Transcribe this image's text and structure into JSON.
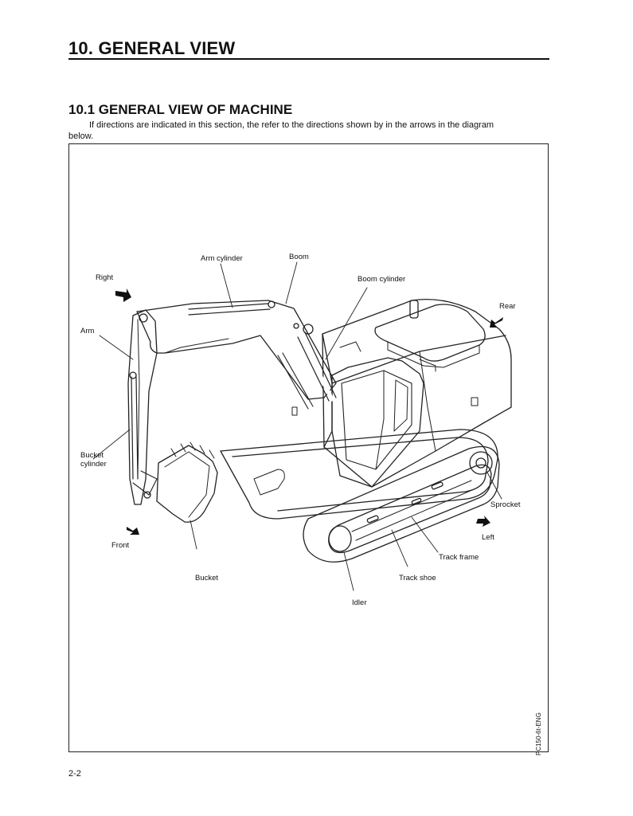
{
  "header": {
    "title": "10. GENERAL VIEW"
  },
  "section": {
    "title": "10.1   GENERAL VIEW OF MACHINE",
    "intro_line1": "If directions are indicated in this section, the refer to the directions shown by in the arrows in the diagram",
    "intro_line2": "below."
  },
  "figure": {
    "labels": {
      "arm_cylinder": "Arm cylinder",
      "boom": "Boom",
      "right": "Right",
      "boom_cylinder": "Boom cylinder",
      "rear": "Rear",
      "arm": "Arm",
      "bucket_cylinder_1": "Bucket",
      "bucket_cylinder_2": "cylinder",
      "sprocket": "Sprocket",
      "left": "Left",
      "front": "Front",
      "track_frame": "Track frame",
      "bucket": "Bucket",
      "track_shoe": "Track shoe",
      "idler": "Idler"
    }
  },
  "footer": {
    "page_number": "2-2",
    "doc_code": "PC150-6t-ENG"
  }
}
